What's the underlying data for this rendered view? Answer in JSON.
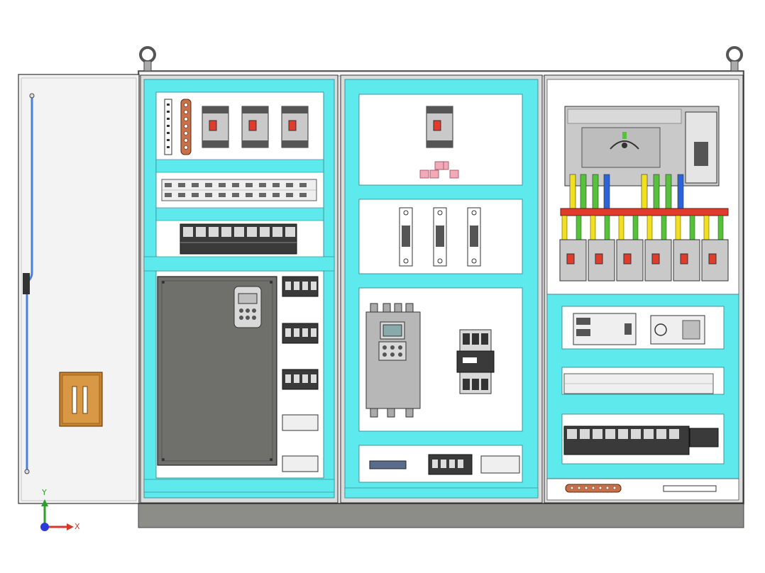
{
  "view": {
    "axis_x_label": "X",
    "axis_y_label": "Y"
  },
  "cabinet": {
    "sections": [
      "left-door",
      "panel-1",
      "panel-2",
      "panel-3"
    ],
    "colors": {
      "frame_cyan": "#5ee9ec",
      "plinth_grey": "#8c8c88",
      "door_white": "#f3f3f3",
      "mounting_plate": "#ffffff",
      "vfd_body": "#6f706c",
      "copper_bar": "#c8704a",
      "busbar_red": "#e23b2b",
      "phase_yellow": "#f2e01f",
      "phase_green": "#56c23a",
      "phase_blue": "#2b63d9",
      "breaker_grey": "#c9c9c9",
      "terminal_dark": "#3a3a3a",
      "pink_terminal": "#f2a9b8",
      "handle_orange": "#c8822c",
      "wire_blue": "#4a7fe0"
    },
    "components": {
      "panel_1": [
        "ground-bar",
        "breaker-x3",
        "terminal-rail-1",
        "relay-rail",
        "vfd-large",
        "side-terminals"
      ],
      "panel_2": [
        "breaker-small",
        "pink-terminals",
        "fuse-holders-x3",
        "soft-starter",
        "contactor",
        "bottom-terminals"
      ],
      "panel_3": [
        "transfer-switch",
        "phase-busbars",
        "breakers-x6",
        "plc",
        "power-supply",
        "terminal-rail",
        "relay-rail",
        "ground-bar"
      ]
    }
  }
}
